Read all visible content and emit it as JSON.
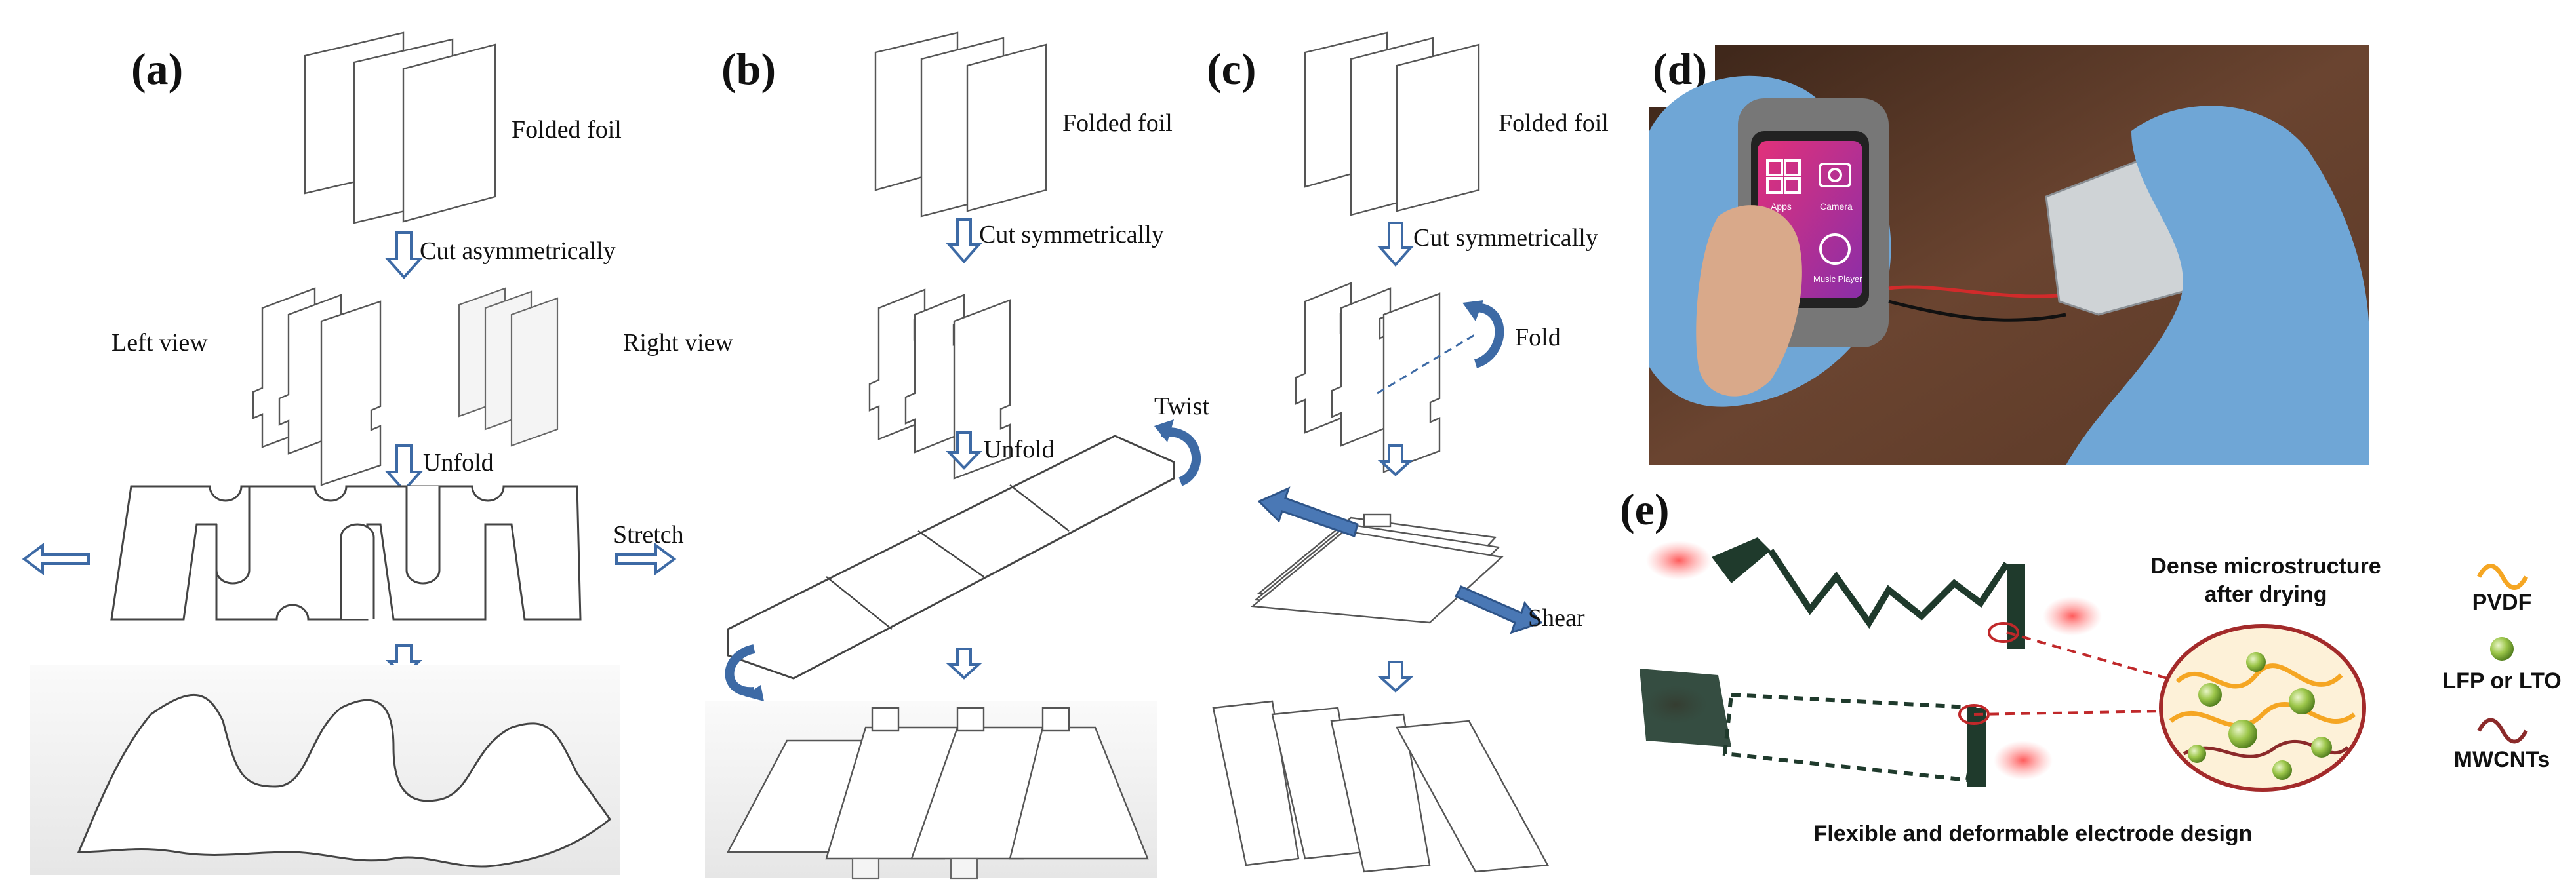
{
  "panels": {
    "a": {
      "label": "(a)",
      "folded_foil": "Folded foil",
      "cut": "Cut asymmetrically",
      "left_view": "Left view",
      "right_view": "Right view",
      "unfold": "Unfold",
      "stretch": "Stretch"
    },
    "b": {
      "label": "(b)",
      "folded_foil": "Folded foil",
      "cut": "Cut symmetrically",
      "unfold": "Unfold",
      "twist": "Twist"
    },
    "c": {
      "label": "(c)",
      "folded_foil": "Folded foil",
      "cut": "Cut symmetrically",
      "fold": "Fold",
      "shear": "Shear"
    },
    "d": {
      "label": "(d)",
      "watch_labels": [
        "Apps",
        "Camera",
        "Music Player"
      ]
    },
    "e": {
      "label": "(e)",
      "microstructure_title_1": "Dense microstructure",
      "microstructure_title_2": "after drying",
      "legend": [
        {
          "label": "PVDF",
          "color": "#f5a623",
          "icon": "wave-icon"
        },
        {
          "label": "LFP or LTO",
          "color": "#8fbf3a",
          "icon": "sphere-icon"
        },
        {
          "label": "MWCNTs",
          "color": "#8b2a2a",
          "icon": "wave-icon"
        }
      ],
      "caption": "Flexible and deformable electrode design"
    }
  },
  "colors": {
    "arrow_blue": "#4a78b5",
    "electrode_dark": "#1f3a2c",
    "dashed_red": "#c0282a",
    "glove_blue": "#6fa6d6"
  }
}
